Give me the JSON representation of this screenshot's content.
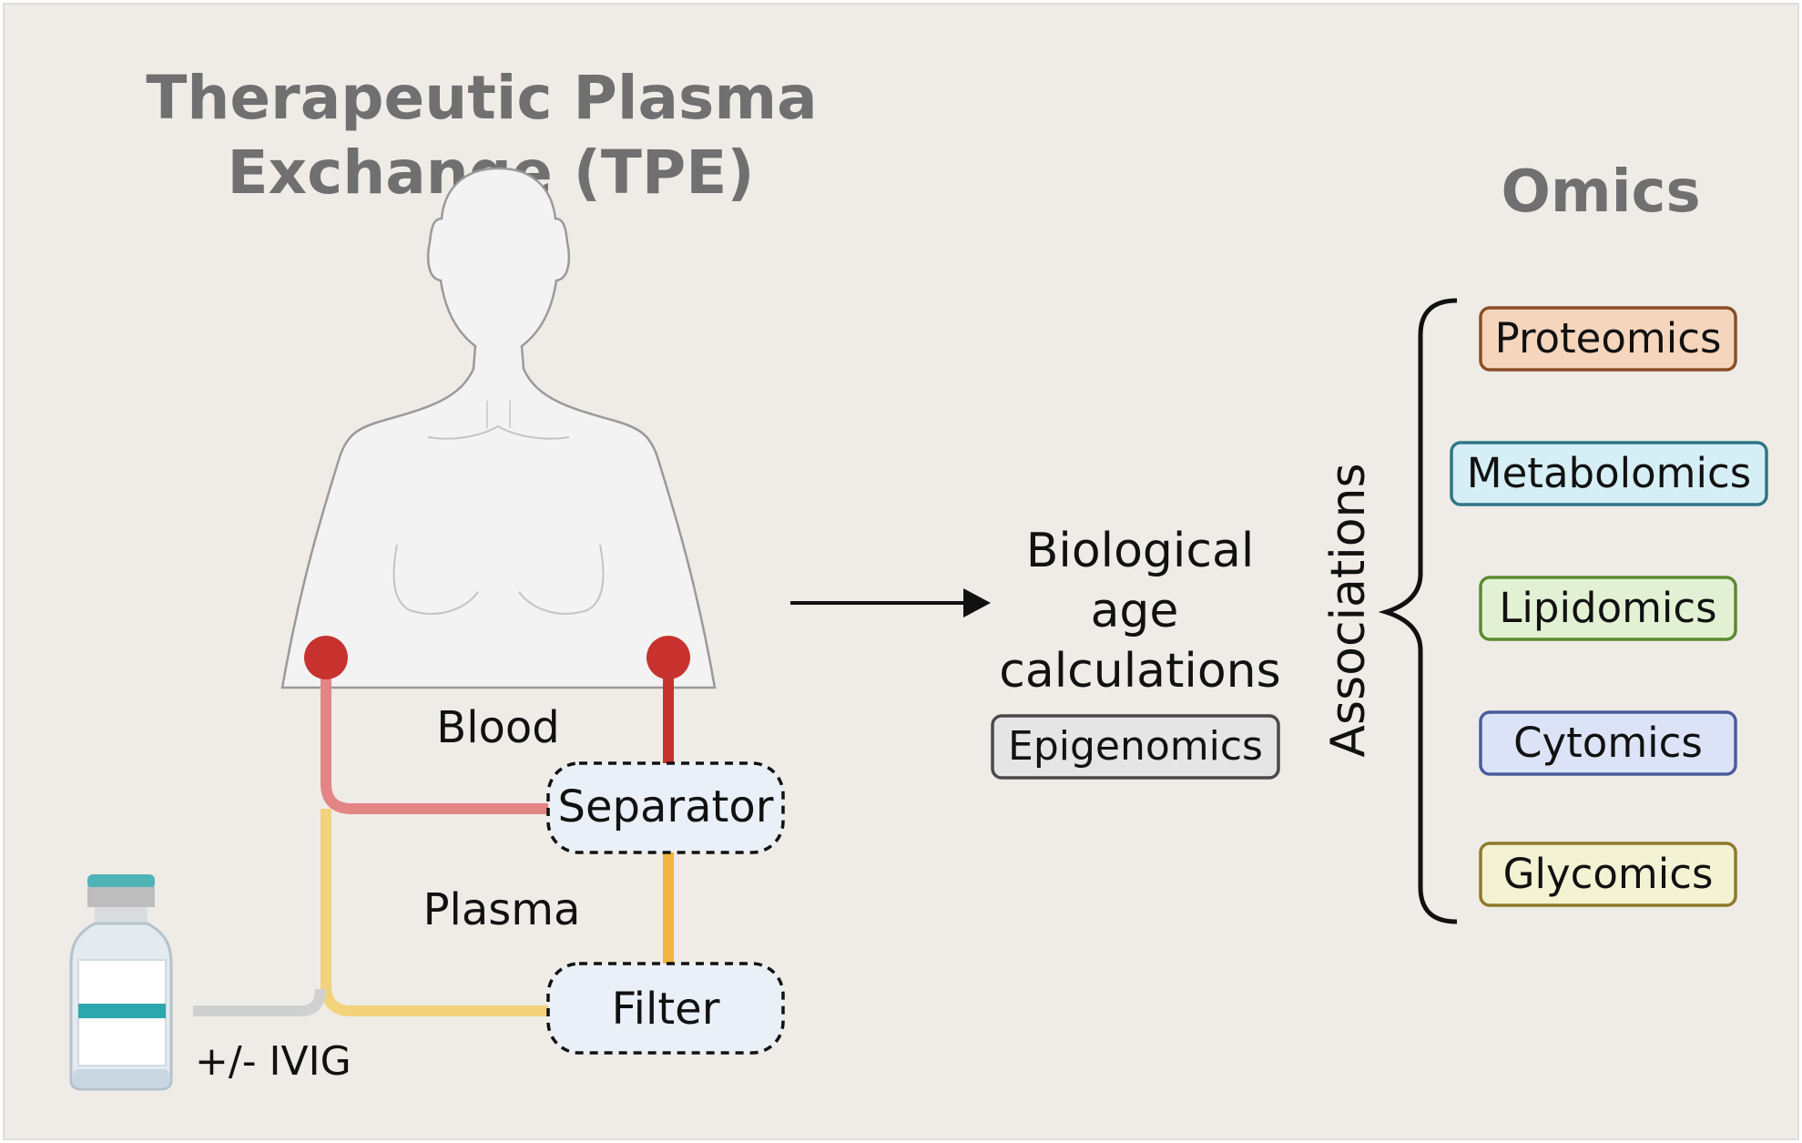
{
  "title": {
    "line1": "Therapeutic Plasma",
    "line2": "Exchange (TPE)"
  },
  "labels": {
    "blood": "Blood",
    "plasma": "Plasma",
    "separator": "Separator",
    "filter": "Filter",
    "ivig": "+/- IVIG",
    "bio_age_line1": "Biological",
    "bio_age_line2": "age",
    "bio_age_line3": "calculations",
    "epigenomics": "Epigenomics",
    "associations": "Associations"
  },
  "omics": {
    "heading": "Omics",
    "items": [
      {
        "label": "Proteomics",
        "fill": "#f5d6bd",
        "stroke": "#8a4f26"
      },
      {
        "label": "Metabolomics",
        "fill": "#d6eef6",
        "stroke": "#2f7687"
      },
      {
        "label": "Lipidomics",
        "fill": "#e2f1d4",
        "stroke": "#5b8a32"
      },
      {
        "label": "Cytomics",
        "fill": "#dde3f7",
        "stroke": "#4a5c9e"
      },
      {
        "label": "Glycomics",
        "fill": "#f3f2d2",
        "stroke": "#8d7a2a"
      }
    ]
  },
  "colors": {
    "background": "#efece7",
    "blood_line": "#c8322e",
    "blood_line_light": "#e38585",
    "plasma_line": "#f2d27a",
    "plasma_line_dark": "#f0b640",
    "ivig_line": "#cfd0d0",
    "node_fill": "#e9f0f8"
  }
}
